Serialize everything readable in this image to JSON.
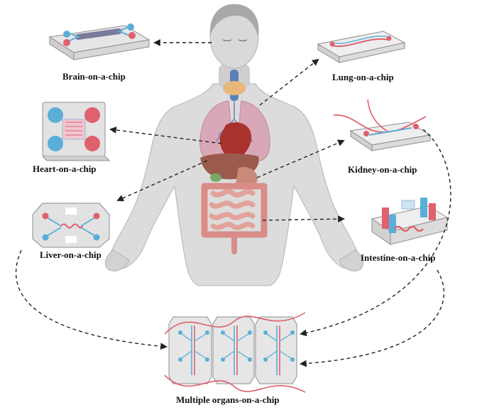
{
  "labels": {
    "brain": "Brain-on-a-chip",
    "lung": "Lung-on-a-chip",
    "heart": "Heart-on-a-chip",
    "kidney": "Kidney-on-a-chip",
    "liver": "Liver-on-a-chip",
    "intestine": "Intestine-on-a-chip",
    "multi": "Multiple organs-on-a-chip"
  },
  "colors": {
    "body_fill": "#dcdcdc",
    "body_stroke": "#b3b3b3",
    "head_fill": "#c8c8c8",
    "chip_fill": "#eeeeee",
    "chip_stroke": "#8c8c8c",
    "channel_red": "#e0606e",
    "channel_blue": "#5aaed8",
    "lung": "#d8a8b8",
    "liver": "#9a5a4e",
    "intestine": "#e3a29a",
    "heart": "#a8322c",
    "thyroid": "#e8b87a",
    "trachea": "#5b7fb8",
    "arrow": "#222222"
  }
}
